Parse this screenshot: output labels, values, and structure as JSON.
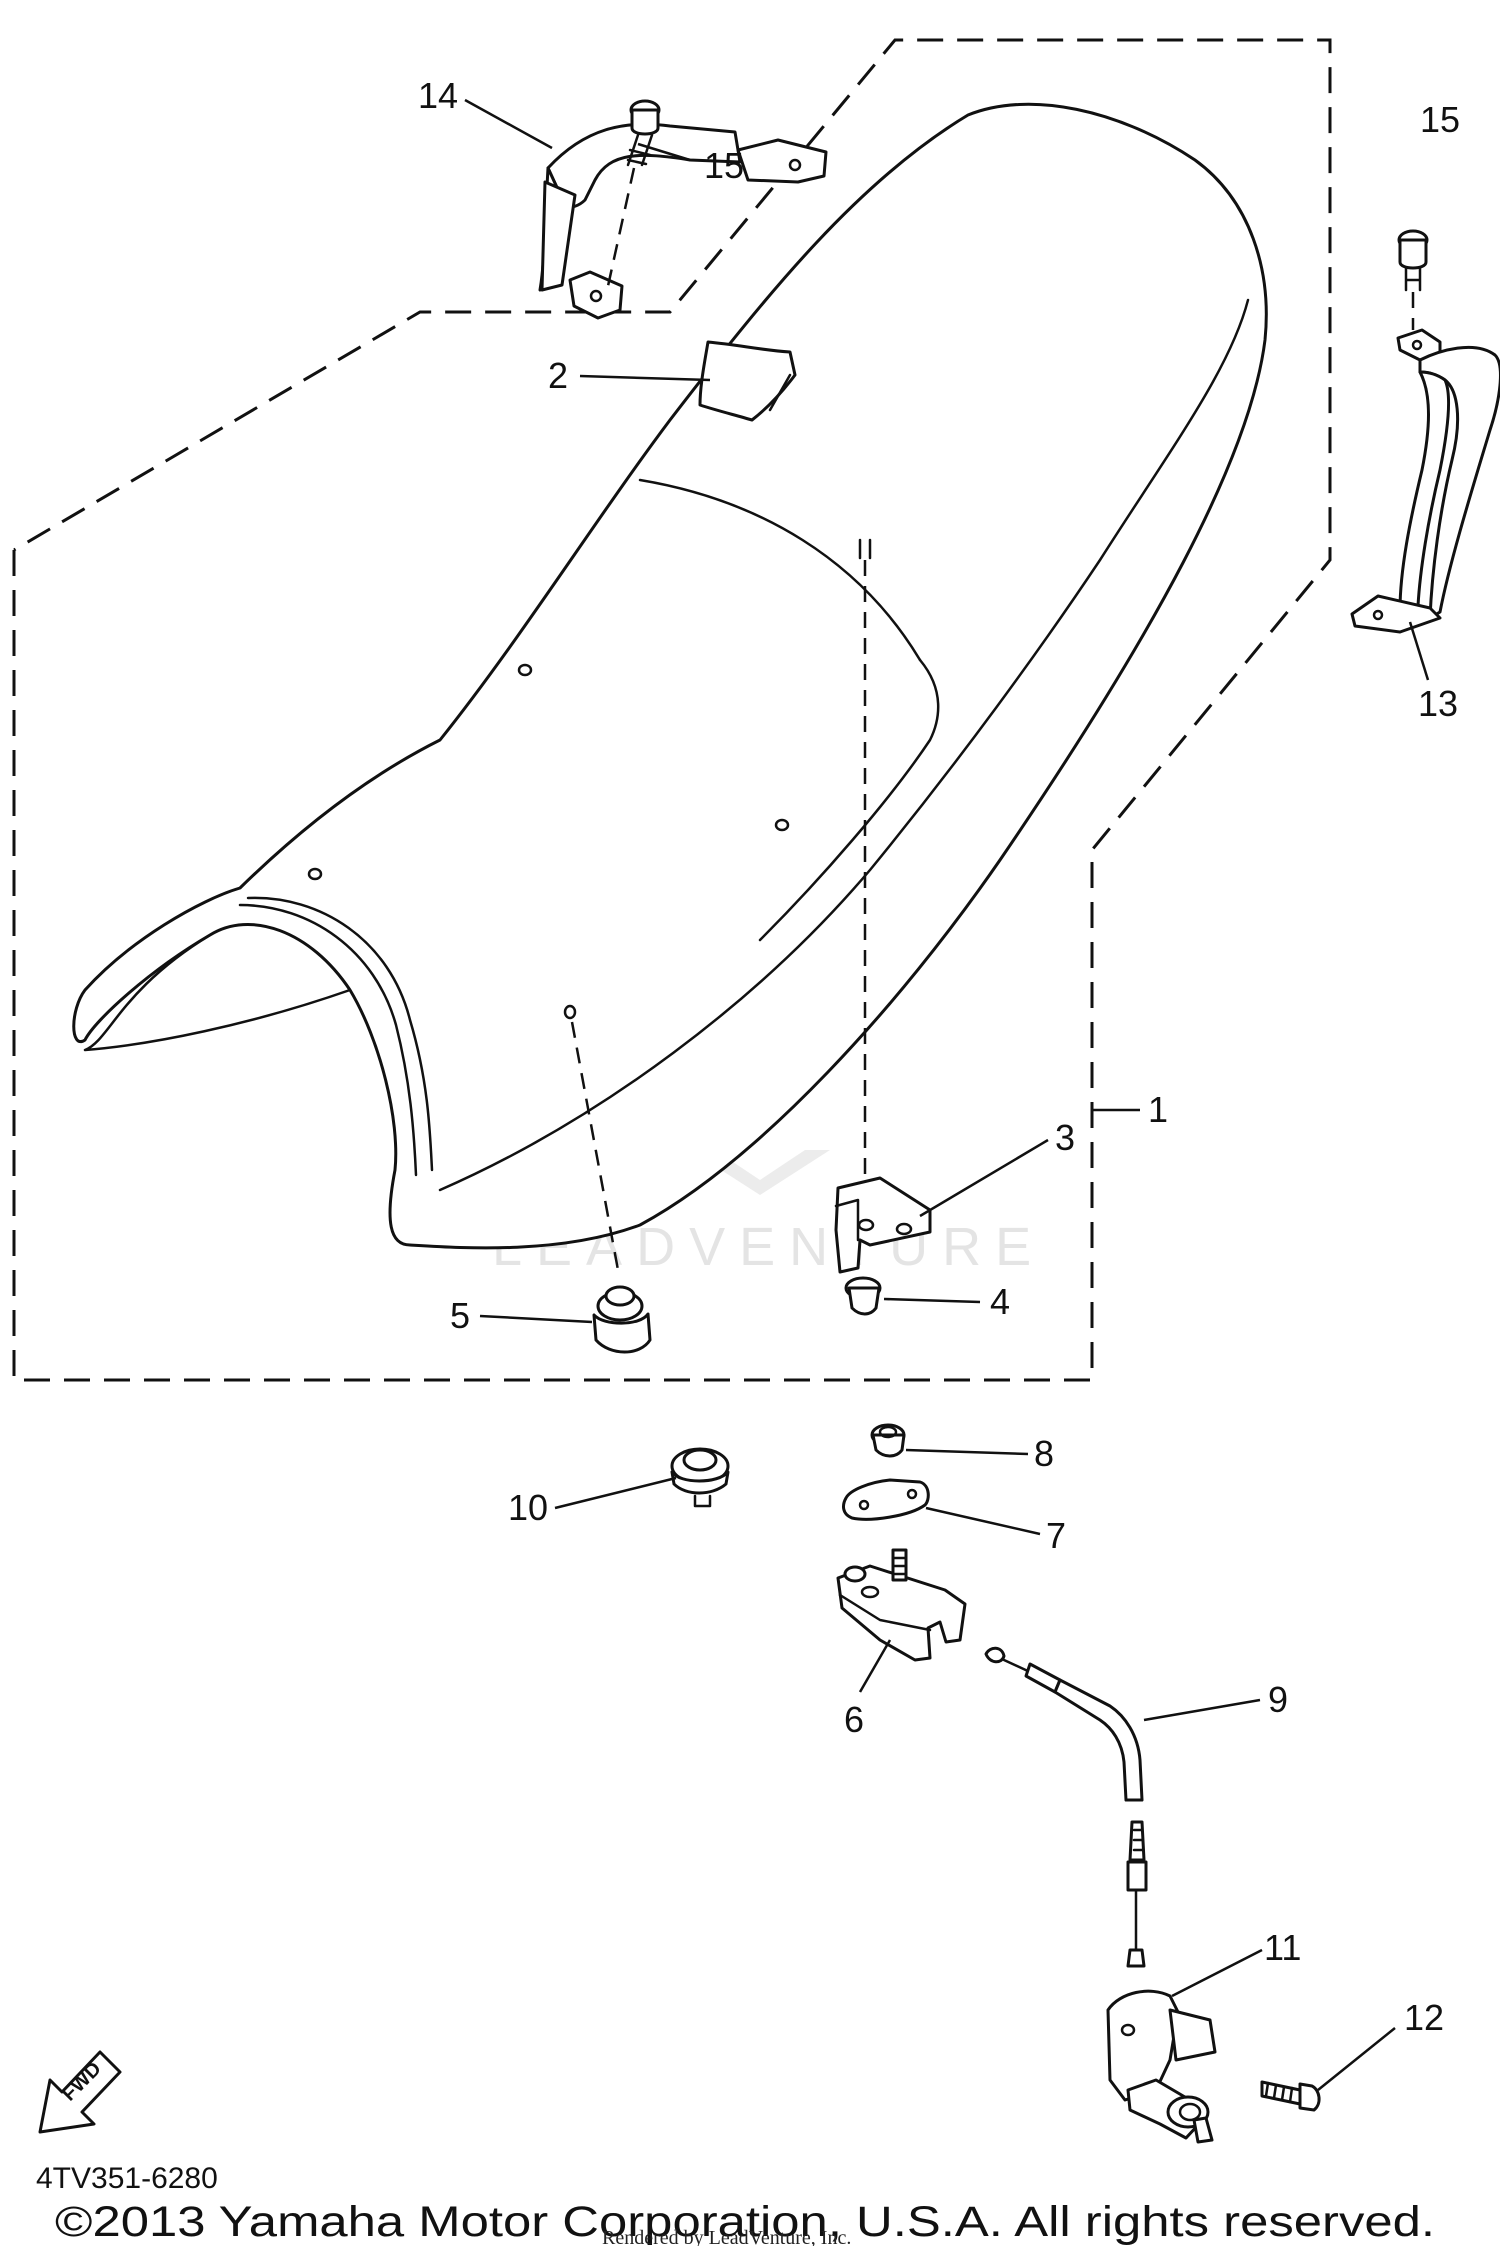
{
  "diagram": {
    "part_code": "4TV351-6280",
    "copyright": "©2013 Yamaha Motor Corporation, U.S.A. All rights reserved.",
    "rendered_by": "Rendered by LeadVenture, Inc.",
    "watermark": "LEADVENTURE",
    "direction_label": "FWD",
    "callouts": {
      "c1": "1",
      "c2": "2",
      "c3": "3",
      "c4": "4",
      "c5": "5",
      "c6": "6",
      "c7": "7",
      "c8": "8",
      "c9": "9",
      "c10": "10",
      "c11": "11",
      "c12": "12",
      "c13": "13",
      "c14": "14",
      "c15a": "15",
      "c15b": "15"
    }
  }
}
